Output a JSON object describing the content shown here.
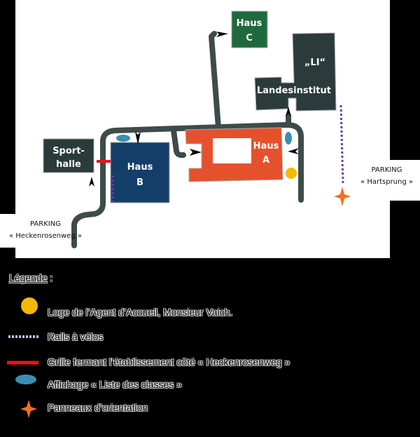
{
  "buildings": {
    "haus_c": [
      "Haus",
      "C"
    ],
    "li_quote": "„LI“",
    "li": "Landesinstitut",
    "sporthalle": [
      "Sport-",
      "halle"
    ],
    "haus_b": [
      "Haus",
      "B"
    ],
    "haus_a": [
      "Haus",
      "A"
    ]
  },
  "parking": {
    "left": [
      "PARKING",
      "« Heckenrosenweg »"
    ],
    "right": [
      "PARKING",
      "« Hartsprung »"
    ]
  },
  "legend": {
    "title": "Légende",
    "colon": " :",
    "items": [
      {
        "label": "Loge de l’Agent d’Accueil, Monsieur Vaich."
      },
      {
        "label": "Rails à vélos"
      },
      {
        "label": "Grille fermant l’établissement côté « Heckenrosenweg »"
      },
      {
        "label": "Affichage « Liste des classes »"
      },
      {
        "label": "Panneaux d’orientation"
      }
    ]
  },
  "colors": {
    "haus_a": "#e5512c",
    "haus_b": "#143e6a",
    "haus_c": "#1f6a3c",
    "dark": "#2b3a3a",
    "road": "#3e4b4b",
    "loge": "#f5b800",
    "rail": "#6a3aa8",
    "gate": "#e8141e",
    "sign": "#3a8fb0",
    "orient": "#f07020"
  }
}
